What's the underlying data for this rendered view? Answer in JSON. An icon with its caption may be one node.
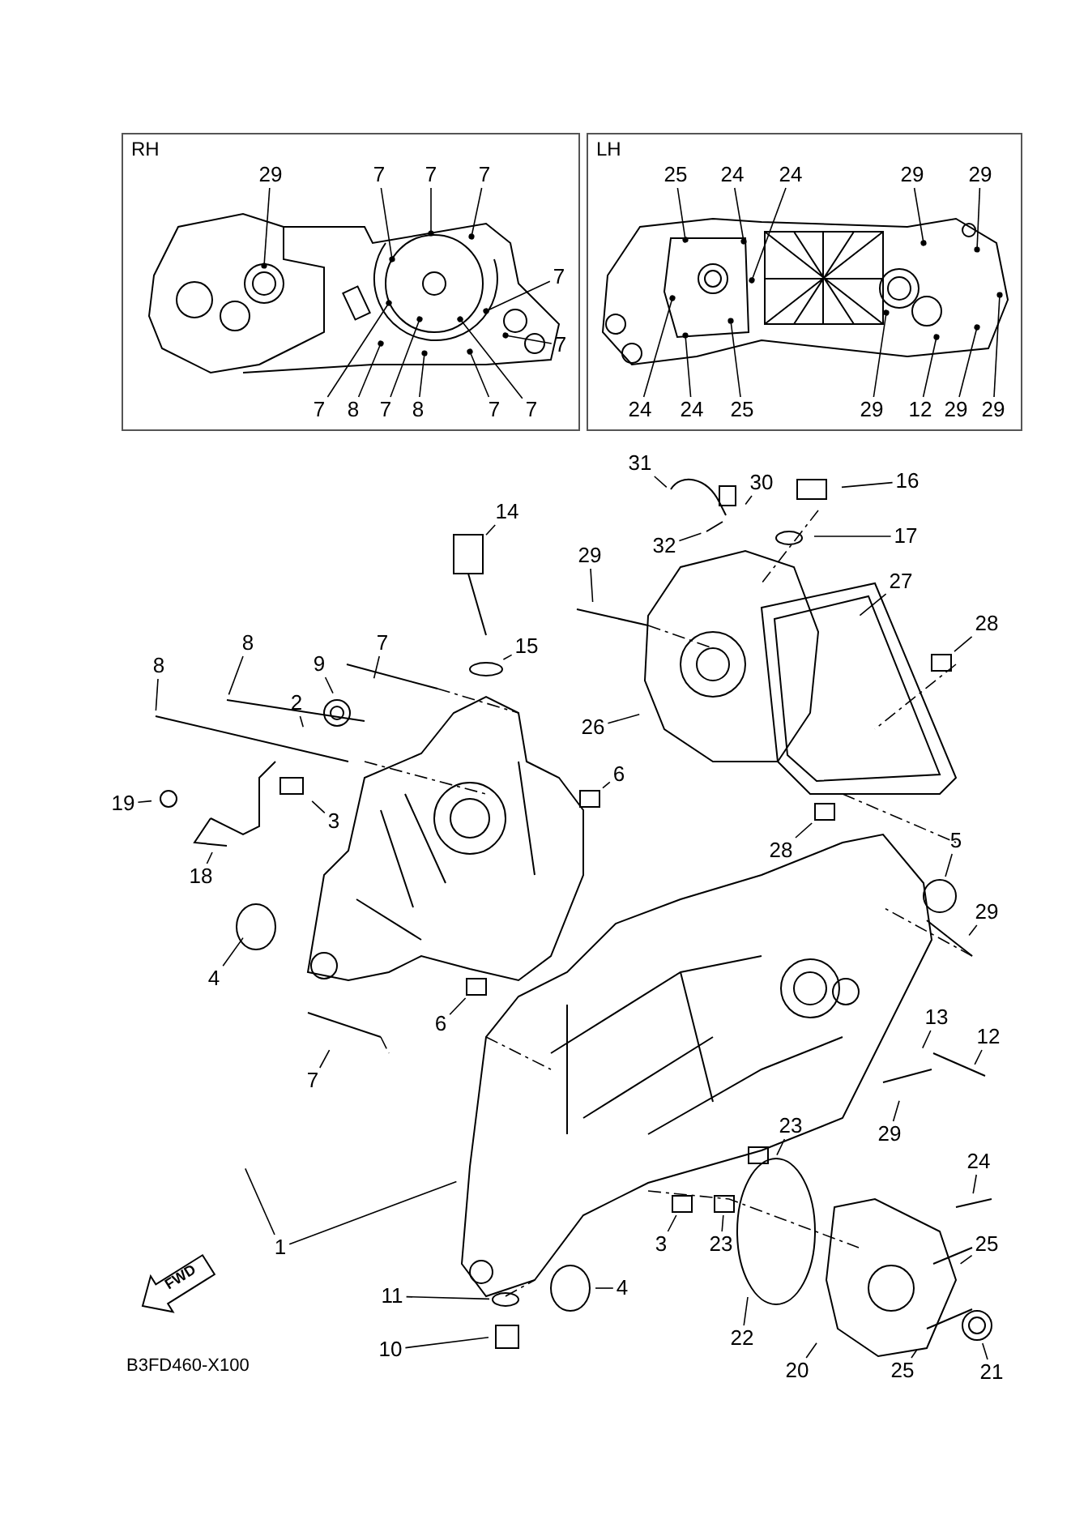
{
  "diagram": {
    "nodes": [
      {
        "text": [
          "RH"
        ]
      },
      {
        "text": [
          "29"
        ],
        "in": 0
      },
      {
        "text": [
          "7"
        ],
        "in": 0
      },
      {
        "text": [
          "7"
        ],
        "in": 0
      },
      {
        "text": [
          "7"
        ],
        "in": 0
      },
      {
        "text": [
          "7"
        ],
        "in": 0
      },
      {
        "text": [
          "7"
        ],
        "in": 0
      },
      {
        "text": [
          "7"
        ],
        "in": 0
      },
      {
        "text": [
          "8"
        ],
        "in": 0
      },
      {
        "text": [
          "7"
        ],
        "in": 0
      },
      {
        "text": [
          "8"
        ],
        "in": 0
      },
      {
        "text": [
          "7"
        ],
        "in": 0
      },
      {
        "text": [
          "7"
        ],
        "in": 0
      },
      {
        "text": [
          "LH"
        ]
      },
      {
        "text": [
          "25"
        ],
        "in": 13
      },
      {
        "text": [
          "24"
        ],
        "in": 13
      },
      {
        "text": [
          "24"
        ],
        "in": 13
      },
      {
        "text": [
          "29"
        ],
        "in": 13
      },
      {
        "text": [
          "29"
        ],
        "in": 13
      },
      {
        "text": [
          "24"
        ],
        "in": 13
      },
      {
        "text": [
          "24"
        ],
        "in": 13
      },
      {
        "text": [
          "25"
        ],
        "in": 13
      },
      {
        "text": [
          "29"
        ],
        "in": 13
      },
      {
        "text": [
          "12"
        ],
        "in": 13
      },
      {
        "text": [
          "29"
        ],
        "in": 13
      },
      {
        "text": [
          "29"
        ],
        "in": 13
      },
      {
        "text": [
          "30"
        ]
      },
      {
        "text": [
          "31"
        ]
      },
      {
        "text": [
          "16"
        ]
      },
      {
        "text": [
          "14"
        ]
      },
      {
        "text": [
          "32"
        ]
      },
      {
        "text": [
          "17"
        ]
      },
      {
        "text": [
          "29"
        ]
      },
      {
        "text": [
          "27"
        ]
      },
      {
        "text": [
          "28"
        ]
      },
      {
        "text": [
          "15"
        ]
      },
      {
        "text": [
          "8"
        ]
      },
      {
        "text": [
          "7"
        ]
      },
      {
        "text": [
          "8"
        ]
      },
      {
        "text": [
          "9"
        ]
      },
      {
        "text": [
          "2"
        ]
      },
      {
        "text": [
          "26"
        ]
      },
      {
        "text": [
          "6"
        ]
      },
      {
        "text": [
          "3"
        ]
      },
      {
        "text": [
          "19"
        ]
      },
      {
        "text": [
          "18"
        ]
      },
      {
        "text": [
          "28"
        ]
      },
      {
        "text": [
          "5"
        ]
      },
      {
        "text": [
          "29"
        ]
      },
      {
        "text": [
          "4"
        ]
      },
      {
        "text": [
          "6"
        ]
      },
      {
        "text": [
          "7"
        ]
      },
      {
        "text": [
          "13"
        ]
      },
      {
        "text": [
          "12"
        ]
      },
      {
        "text": [
          "29"
        ]
      },
      {
        "text": [
          "23"
        ]
      },
      {
        "text": [
          "24"
        ]
      },
      {
        "text": [
          "1"
        ]
      },
      {
        "text": [
          "3"
        ]
      },
      {
        "text": [
          "23"
        ]
      },
      {
        "text": [
          "25"
        ]
      },
      {
        "text": [
          "4"
        ]
      },
      {
        "text": [
          "11"
        ]
      },
      {
        "text": [
          "22"
        ]
      },
      {
        "text": [
          "10"
        ]
      },
      {
        "text": [
          "25"
        ]
      },
      {
        "text": [
          "20"
        ]
      },
      {
        "text": [
          "21"
        ]
      },
      {
        "text": [],
        "shape": "box"
      },
      {
        "text": [],
        "shape": "circle"
      },
      {
        "text": [],
        "shape": "box"
      },
      {
        "text": [],
        "shape": "box"
      },
      {
        "text": [],
        "shape": "bracket"
      },
      {
        "text": [],
        "shape": "box"
      },
      {
        "text": [],
        "shape": "circle"
      },
      {
        "text": [],
        "shape": "box"
      },
      {
        "text": [],
        "shape": "box"
      },
      {
        "text": [],
        "shape": "box"
      },
      {
        "text": [],
        "shape": "circle"
      },
      {
        "text": [],
        "shape": "circle"
      }
    ],
    "edges": [
      {
        "from": 1,
        "to": null,
        "arrow": "other"
      },
      {
        "from": 2,
        "to": null,
        "arrow": "other"
      },
      {
        "from": 3,
        "to": null,
        "arrow": "other"
      },
      {
        "from": 4,
        "to": null,
        "arrow": "other"
      },
      {
        "from": 5,
        "to": null,
        "arrow": "other"
      },
      {
        "from": 6,
        "to": null,
        "arrow": "other"
      },
      {
        "from": 7,
        "to": null,
        "arrow": "other"
      },
      {
        "from": 8,
        "to": null,
        "arrow": "other"
      },
      {
        "from": 9,
        "to": null,
        "arrow": "other"
      },
      {
        "from": 10,
        "to": null,
        "arrow": "other"
      },
      {
        "from": 11,
        "to": null,
        "arrow": "other"
      },
      {
        "from": 12,
        "to": null,
        "arrow": "other"
      },
      {
        "from": 14,
        "to": null,
        "arrow": "other"
      },
      {
        "from": 15,
        "to": null,
        "arrow": "other"
      },
      {
        "from": 16,
        "to": null,
        "arrow": "other"
      },
      {
        "from": 17,
        "to": null,
        "arrow": "other"
      },
      {
        "from": 18,
        "to": null,
        "arrow": "other"
      },
      {
        "from": 19,
        "to": null,
        "arrow": "other"
      },
      {
        "from": 20,
        "to": null,
        "arrow": "other"
      },
      {
        "from": 21,
        "to": null,
        "arrow": "other"
      },
      {
        "from": 22,
        "to": null,
        "arrow": "other"
      },
      {
        "from": 23,
        "to": null,
        "arrow": "other"
      },
      {
        "from": 24,
        "to": null,
        "arrow": "other"
      },
      {
        "from": 25,
        "to": null,
        "arrow": "other"
      },
      {
        "from": 26,
        "to": null,
        "arrow": "none"
      },
      {
        "from": 27,
        "to": null,
        "arrow": "none"
      },
      {
        "from": 28,
        "to": null,
        "arrow": "none"
      },
      {
        "from": 29,
        "to": 68,
        "arrow": "none"
      },
      {
        "from": 30,
        "to": null,
        "arrow": "none"
      },
      {
        "from": 31,
        "to": null,
        "arrow": "none"
      },
      {
        "from": 32,
        "to": null,
        "arrow": "none"
      },
      {
        "from": 33,
        "to": null,
        "arrow": "none"
      },
      {
        "from": 34,
        "to": 70,
        "arrow": "none"
      },
      {
        "from": 35,
        "to": 69,
        "arrow": "none"
      },
      {
        "from": 36,
        "to": null,
        "arrow": "none"
      },
      {
        "from": 37,
        "to": null,
        "arrow": "none"
      },
      {
        "from": 38,
        "to": null,
        "arrow": "none"
      },
      {
        "from": 39,
        "to": null,
        "arrow": "none"
      },
      {
        "from": 40,
        "to": null,
        "arrow": "none"
      },
      {
        "from": 41,
        "to": null,
        "arrow": "none"
      },
      {
        "from": 42,
        "to": 71,
        "arrow": "none"
      },
      {
        "from": 43,
        "to": null,
        "arrow": "none"
      },
      {
        "from": 44,
        "to": null,
        "arrow": "none"
      },
      {
        "from": 45,
        "to": 72,
        "arrow": "none"
      },
      {
        "from": 46,
        "to": 73,
        "arrow": "none"
      },
      {
        "from": 47,
        "to": 74,
        "arrow": "none"
      },
      {
        "from": 48,
        "to": null,
        "arrow": "none"
      },
      {
        "from": 49,
        "to": null,
        "arrow": "none"
      },
      {
        "from": 50,
        "to": 75,
        "arrow": "none"
      },
      {
        "from": 51,
        "to": null,
        "arrow": "none"
      },
      {
        "from": 52,
        "to": null,
        "arrow": "none"
      },
      {
        "from": 53,
        "to": null,
        "arrow": "none"
      },
      {
        "from": 54,
        "to": null,
        "arrow": "none"
      },
      {
        "from": 55,
        "to": null,
        "arrow": "none"
      },
      {
        "from": 56,
        "to": null,
        "arrow": "none"
      },
      {
        "from": 57,
        "to": null,
        "arrow": "none"
      },
      {
        "from": 57,
        "to": null,
        "arrow": "none"
      },
      {
        "from": 58,
        "to": 76,
        "arrow": "none"
      },
      {
        "from": 59,
        "to": 77,
        "arrow": "none"
      },
      {
        "from": 60,
        "to": null,
        "arrow": "none"
      },
      {
        "from": 61,
        "to": null,
        "arrow": "none"
      },
      {
        "from": 62,
        "to": 78,
        "arrow": "none"
      },
      {
        "from": 63,
        "to": null,
        "arrow": "none"
      },
      {
        "from": 64,
        "to": null,
        "arrow": "none"
      },
      {
        "from": 65,
        "to": null,
        "arrow": "none"
      },
      {
        "from": 66,
        "to": null,
        "arrow": "none"
      },
      {
        "from": 67,
        "to": 79,
        "arrow": "none"
      }
    ],
    "labels": [
      "FWD",
      "B3FD460-X100"
    ]
  }
}
